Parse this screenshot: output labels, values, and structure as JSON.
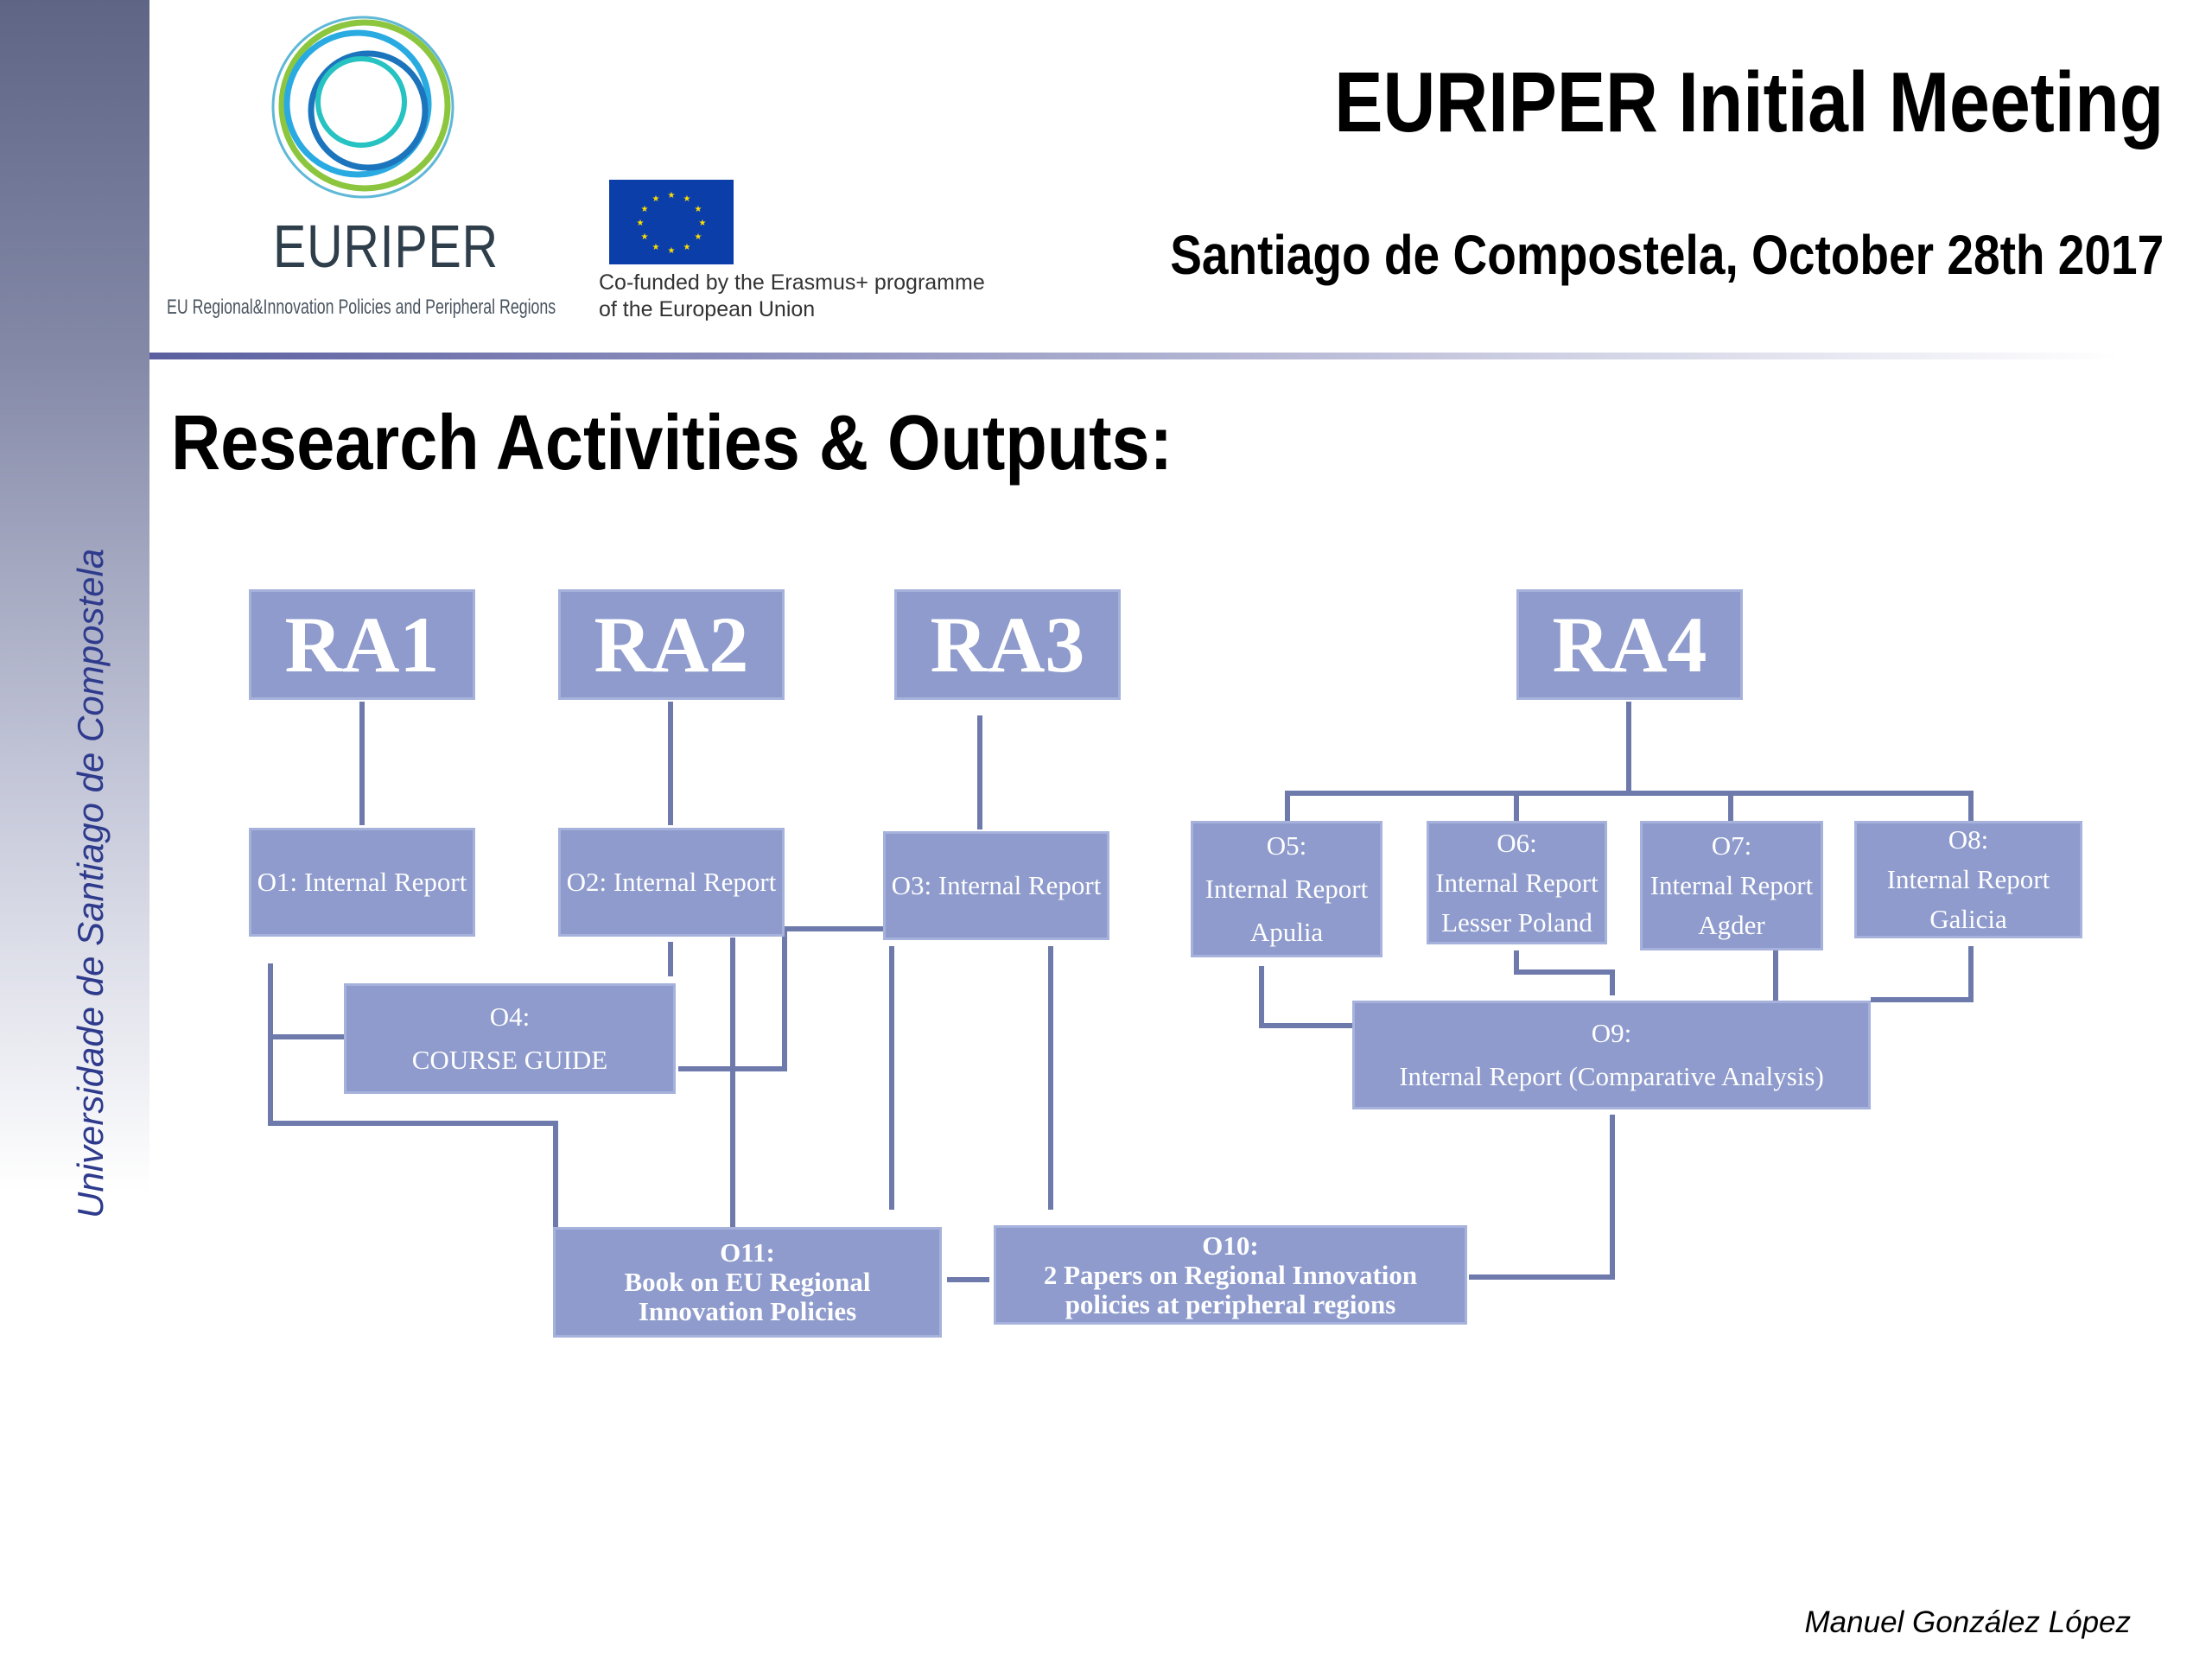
{
  "sidebar": {
    "vertical_text": "Universidade de Santiago de Compostela"
  },
  "header": {
    "title": "EURIPER Initial Meeting",
    "subtitle": "Santiago de Compostela, October 28th 2017",
    "logo": {
      "wordmark": "EURIPER",
      "tagline": "EU Regional&Innovation Policies and Peripheral Regions",
      "icon": "euriper-rings-logo"
    },
    "eu": {
      "icon": "eu-flag-icon",
      "line1": "Co-funded by the Erasmus+ programme",
      "line2": "of the European Union"
    }
  },
  "section_title": "Research Activities & Outputs:",
  "diagram": {
    "ra1": "RA1",
    "ra2": "RA2",
    "ra3": "RA3",
    "ra4": "RA4",
    "o1": "O1: Internal Report",
    "o2": "O2: Internal Report",
    "o3": "O3: Internal Report",
    "o4": {
      "l1": "O4:",
      "l2": "COURSE GUIDE"
    },
    "o5": {
      "l1": "O5:",
      "l2": "Internal Report",
      "l3": "Apulia"
    },
    "o6": {
      "l1": "O6:",
      "l2": "Internal Report",
      "l3": "Lesser Poland"
    },
    "o7": {
      "l1": "O7:",
      "l2": "Internal Report",
      "l3": "Agder"
    },
    "o8": {
      "l1": "O8:",
      "l2": "Internal Report",
      "l3": "Galicia"
    },
    "o9": {
      "l1": "O9:",
      "l2": "Internal Report (Comparative Analysis)"
    },
    "o10": {
      "l1": "O10:",
      "l2": "2 Papers on Regional Innovation",
      "l3": "policies at peripheral  regions"
    },
    "o11": {
      "l1": "O11:",
      "l2": "Book on EU Regional",
      "l3": "Innovation Policies"
    },
    "connector_color": "#6e7aac",
    "box_color": "#8e9bcc"
  },
  "footer": {
    "author": "Manuel González López"
  }
}
